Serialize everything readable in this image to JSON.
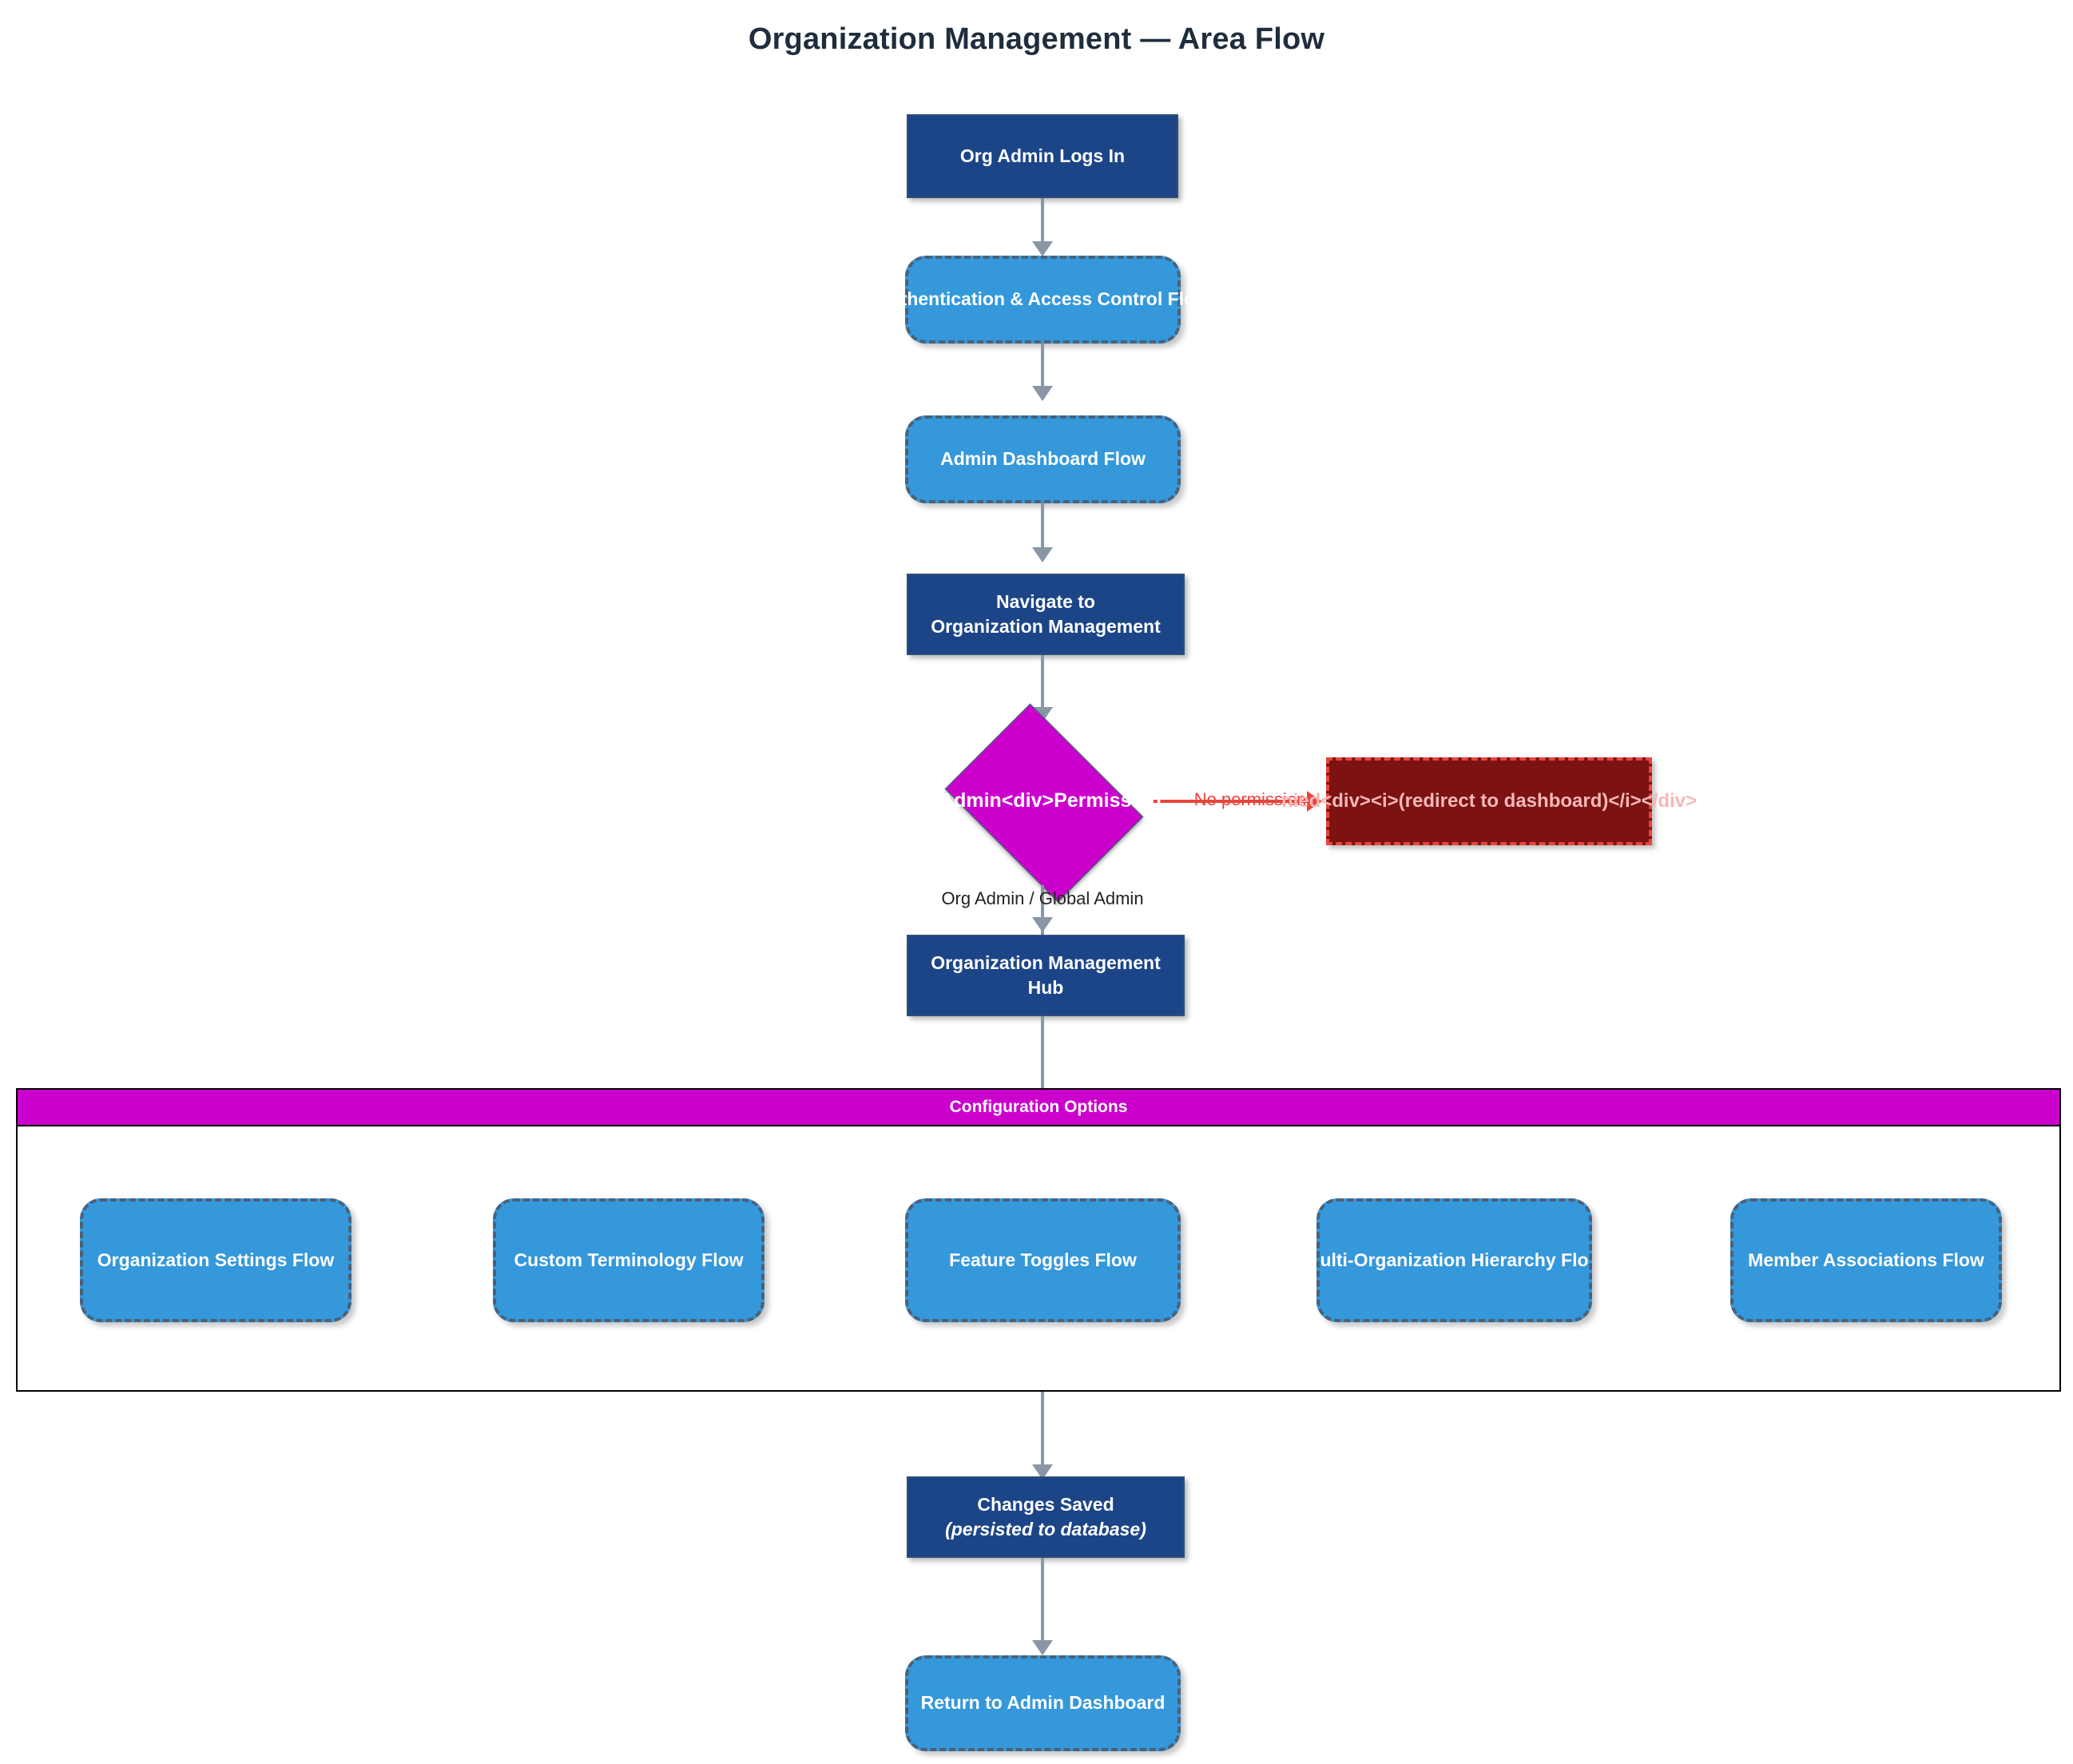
{
  "diagram": {
    "title": "Organization Management — Area Flow",
    "type": "flowchart",
    "direction": "top-to-bottom"
  },
  "nodes": {
    "login": {
      "label": "Org Admin Logs In",
      "shape": "rect",
      "style": "process",
      "fill": "#1c4587",
      "text_color": "#ffffff"
    },
    "auth_flow": {
      "label": "Authentication & Access Control Flow",
      "shape": "rounded-dashed",
      "style": "subflow",
      "fill": "#3498db",
      "text_color": "#ffffff",
      "clipped": true
    },
    "admin_dashboard_flow": {
      "label": "Admin Dashboard Flow",
      "shape": "rounded-dashed",
      "style": "subflow",
      "fill": "#3498db",
      "text_color": "#ffffff"
    },
    "navigate": {
      "label_line1": "Navigate to",
      "label_line2": "Organization Management",
      "shape": "rect",
      "style": "process",
      "fill": "#1c4587",
      "text_color": "#ffffff"
    },
    "permission_check": {
      "label": "Is Admin<div>Permission Check?</div>",
      "visible_label": "s Admin<div>Permission",
      "shape": "diamond",
      "style": "decision",
      "fill": "#cc00cc",
      "text_color": "#ffffff",
      "clipped": true
    },
    "access_denied": {
      "label": "Access Denied<div><i>(redirect to dashboard)</i></div>",
      "visible_label": "nied<div><i>(redirect to dashboard)</i></div>",
      "shape": "rect-dashed",
      "style": "error",
      "fill": "#7c1212",
      "border_color": "#e8453c",
      "text_color": "#f6b8b8",
      "clipped": true
    },
    "hub": {
      "label_line1": "Organization Management",
      "label_line2": "Hub",
      "shape": "rect",
      "style": "process",
      "fill": "#1c4587",
      "text_color": "#ffffff"
    },
    "org_settings_flow": {
      "label": "Organization Settings Flow",
      "shape": "rounded-dashed",
      "style": "subflow",
      "fill": "#3498db",
      "text_color": "#ffffff"
    },
    "custom_terminology_flow": {
      "label": "Custom Terminology Flow",
      "shape": "rounded-dashed",
      "style": "subflow",
      "fill": "#3498db",
      "text_color": "#ffffff"
    },
    "feature_toggles_flow": {
      "label": "Feature Toggles Flow",
      "shape": "rounded-dashed",
      "style": "subflow",
      "fill": "#3498db",
      "text_color": "#ffffff"
    },
    "multi_org_hierarchy_flow": {
      "label": "Multi-Organization Hierarchy Flow",
      "visible_label": "ulti-Organization Hierarchy Flo",
      "shape": "rounded-dashed",
      "style": "subflow",
      "fill": "#3498db",
      "text_color": "#ffffff",
      "clipped": true
    },
    "member_associations_flow": {
      "label": "Member Associations Flow",
      "shape": "rounded-dashed",
      "style": "subflow",
      "fill": "#3498db",
      "text_color": "#ffffff"
    },
    "changes_saved": {
      "label_line1": "Changes Saved",
      "label_line2": "(persisted to database)",
      "shape": "rect",
      "style": "process",
      "fill": "#1c4587",
      "text_color": "#ffffff"
    },
    "return_dashboard": {
      "label": "Return to Admin Dashboard",
      "shape": "rounded-dashed",
      "style": "subflow",
      "fill": "#3498db",
      "text_color": "#ffffff"
    }
  },
  "subgraph": {
    "title": "Configuration Options",
    "header_fill": "#cc00cc",
    "header_text_color": "#ffffff",
    "border_color": "#000000",
    "members": [
      "Organization Settings Flow",
      "Custom Terminology Flow",
      "Feature Toggles Flow",
      "Multi-Organization Hierarchy Flow",
      "Member Associations Flow"
    ]
  },
  "edges": [
    {
      "from": "login",
      "to": "auth_flow",
      "label": "",
      "color": "#8996a5"
    },
    {
      "from": "auth_flow",
      "to": "admin_dashboard_flow",
      "label": "",
      "color": "#8996a5"
    },
    {
      "from": "admin_dashboard_flow",
      "to": "navigate",
      "label": "",
      "color": "#8996a5"
    },
    {
      "from": "navigate",
      "to": "permission_check",
      "label": "",
      "color": "#8996a5"
    },
    {
      "from": "permission_check",
      "to": "access_denied",
      "label": "No permission",
      "color": "#e8453c"
    },
    {
      "from": "permission_check",
      "to": "hub",
      "label": "Org Admin / Global Admin",
      "color": "#8996a5"
    },
    {
      "from": "hub",
      "to": "configuration_options",
      "label": "",
      "color": "#8996a5"
    },
    {
      "from": "configuration_options",
      "to": "changes_saved",
      "label": "",
      "color": "#8996a5"
    },
    {
      "from": "changes_saved",
      "to": "return_dashboard",
      "label": "",
      "color": "#8996a5"
    }
  ],
  "edge_labels": {
    "no_permission": "No permission",
    "org_global_admin": "Org Admin / Global Admin"
  }
}
